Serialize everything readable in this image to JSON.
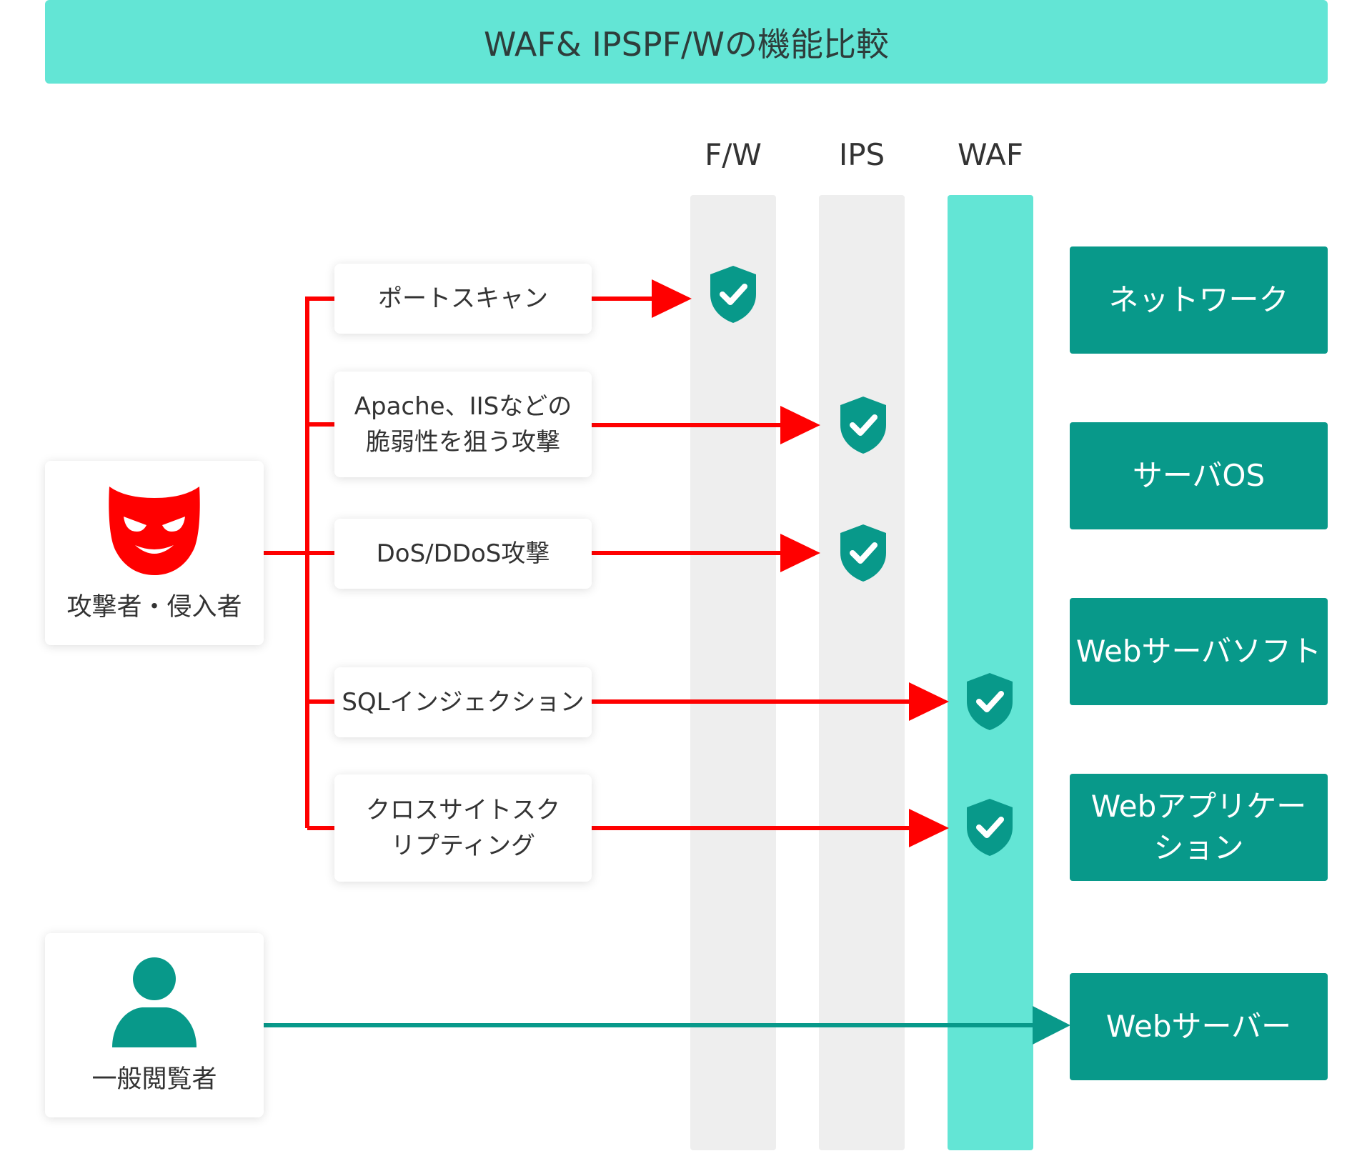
{
  "title": "WAF& IPSPF/Wの機能比較",
  "columns": [
    "F/W",
    "IPS",
    "WAF"
  ],
  "actors": {
    "attacker": {
      "label": "攻撃者・侵入者",
      "icon": "villain-mask-icon"
    },
    "viewer": {
      "label": "一般閲覧者",
      "icon": "person-icon"
    }
  },
  "attacks": [
    {
      "label": "ポートスキャン",
      "blocked_by": "F/W"
    },
    {
      "label": "Apache、IISなどの\n脆弱性を狙う攻撃",
      "blocked_by": "IPS"
    },
    {
      "label": "DoS/DDoS攻撃",
      "blocked_by": "IPS"
    },
    {
      "label": "SQLインジェクション",
      "blocked_by": "WAF"
    },
    {
      "label": "クロスサイトスク\nリプティング",
      "blocked_by": "WAF"
    }
  ],
  "targets": [
    {
      "label": "ネットワーク"
    },
    {
      "label": "サーバOS"
    },
    {
      "label": "Webサーバソフト"
    },
    {
      "label": "Webアプリケー\nション"
    },
    {
      "label": "Webサーバー"
    }
  ],
  "colors": {
    "banner": "#63e5d5",
    "waf_column": "#63e5d5",
    "other_columns": "#eeeeee",
    "target_boxes": "#08998a",
    "attack_arrows": "#ff0000",
    "viewer_arrow": "#08998a",
    "shield": "#08998a"
  },
  "icons": {
    "check": "shield-check-icon"
  }
}
